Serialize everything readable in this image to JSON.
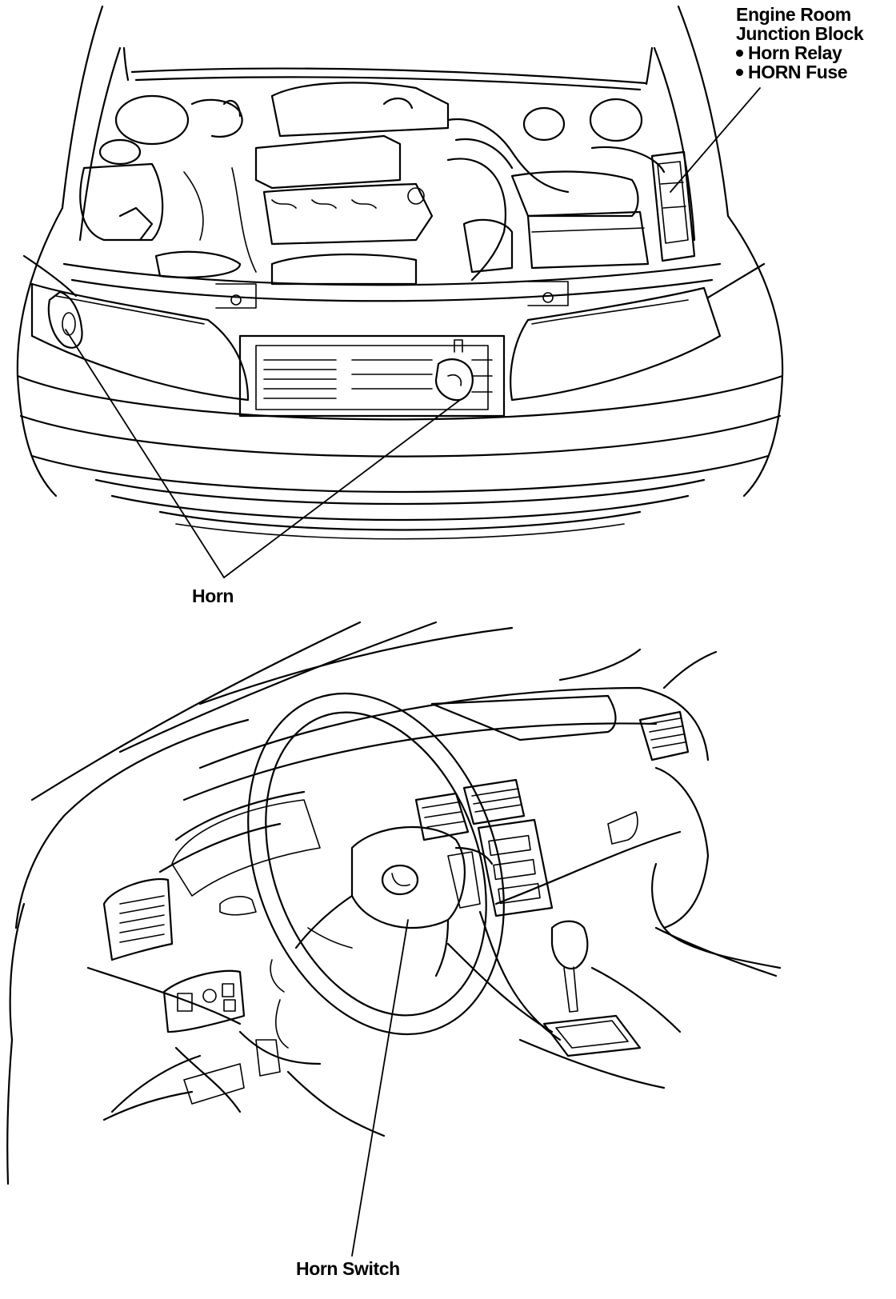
{
  "callouts": {
    "junction_block": {
      "title_line1": "Engine Room",
      "title_line2": "Junction Block",
      "items": [
        "Horn Relay",
        "HORN Fuse"
      ]
    },
    "horn": "Horn",
    "horn_switch": "Horn Switch"
  },
  "colors": {
    "line": "#000000",
    "background": "#ffffff"
  }
}
